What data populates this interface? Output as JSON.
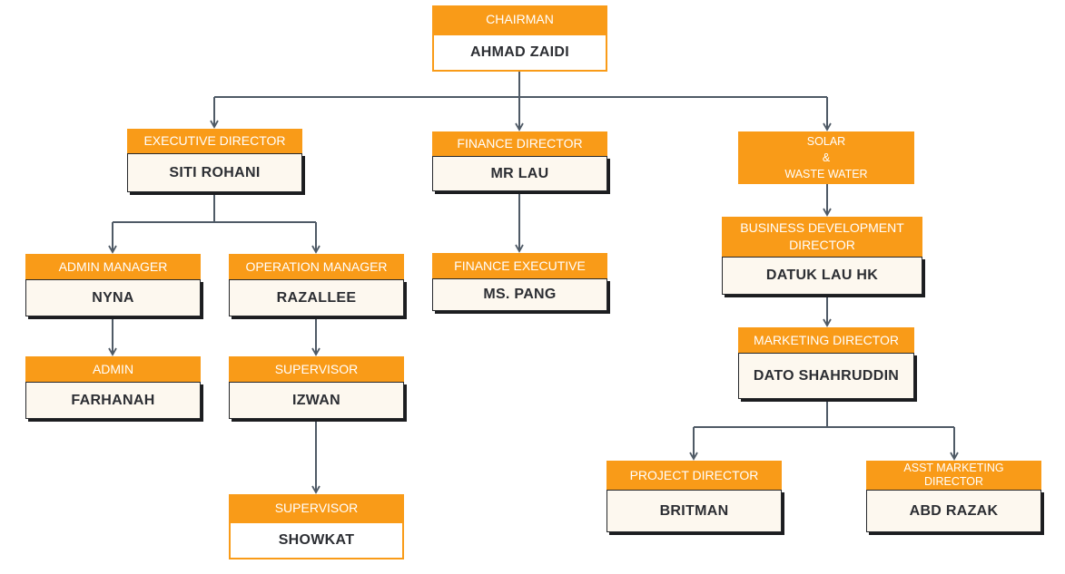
{
  "chairman": {
    "role": "CHAIRMAN",
    "name": "AHMAD ZAIDI"
  },
  "executive_director": {
    "role": "EXECUTIVE DIRECTOR",
    "name": "SITI ROHANI"
  },
  "finance_director": {
    "role": "FINANCE DIRECTOR",
    "name": "MR LAU"
  },
  "solar_waste_water": {
    "line1": "SOLAR",
    "line2": "&",
    "line3": "WASTE WATER"
  },
  "admin_manager": {
    "role": "ADMIN MANAGER",
    "name": "NYNA"
  },
  "operation_manager": {
    "role": "OPERATION MANAGER",
    "name": "RAZALLEE"
  },
  "finance_executive": {
    "role": "FINANCE EXECUTIVE",
    "name": "MS. PANG"
  },
  "business_development_director": {
    "role_line1": "BUSINESS DEVELOPMENT",
    "role_line2": "DIRECTOR",
    "name": "DATUK LAU HK"
  },
  "admin": {
    "role": "ADMIN",
    "name": "FARHANAH"
  },
  "supervisor_izwan": {
    "role": "SUPERVISOR",
    "name": "IZWAN"
  },
  "marketing_director": {
    "role": "MARKETING DIRECTOR",
    "name": "DATO SHAHRUDDIN"
  },
  "supervisor_showkat": {
    "role": "SUPERVISOR",
    "name": "SHOWKAT"
  },
  "project_director": {
    "role": "PROJECT DIRECTOR",
    "name": "BRITMAN"
  },
  "asst_marketing_director": {
    "role_line1": "ASST MARKETING",
    "role_line2": "DIRECTOR",
    "name": "ABD RAZAK"
  },
  "colors": {
    "role_fill": "#f99b18",
    "name_fill": "#fdf8ef",
    "connector": "#4f5a66"
  }
}
